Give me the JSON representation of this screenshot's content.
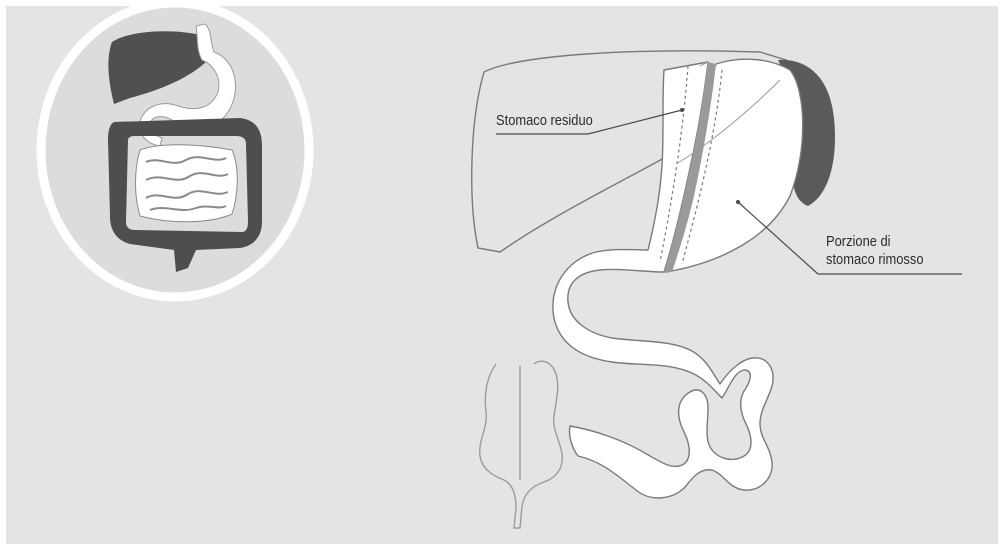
{
  "labels": {
    "residual_stomach": "Stomaco residuo",
    "removed_portion_line1": "Porzione di",
    "removed_portion_line2": "stomaco rimosso"
  },
  "colors": {
    "background": "#e4e4e4",
    "organ_fill": "#ffffff",
    "outline": "#7a7a7a",
    "dark_organ": "#5a5a5a",
    "inset_circle": "#ffffff",
    "text": "#2b2b2b"
  }
}
